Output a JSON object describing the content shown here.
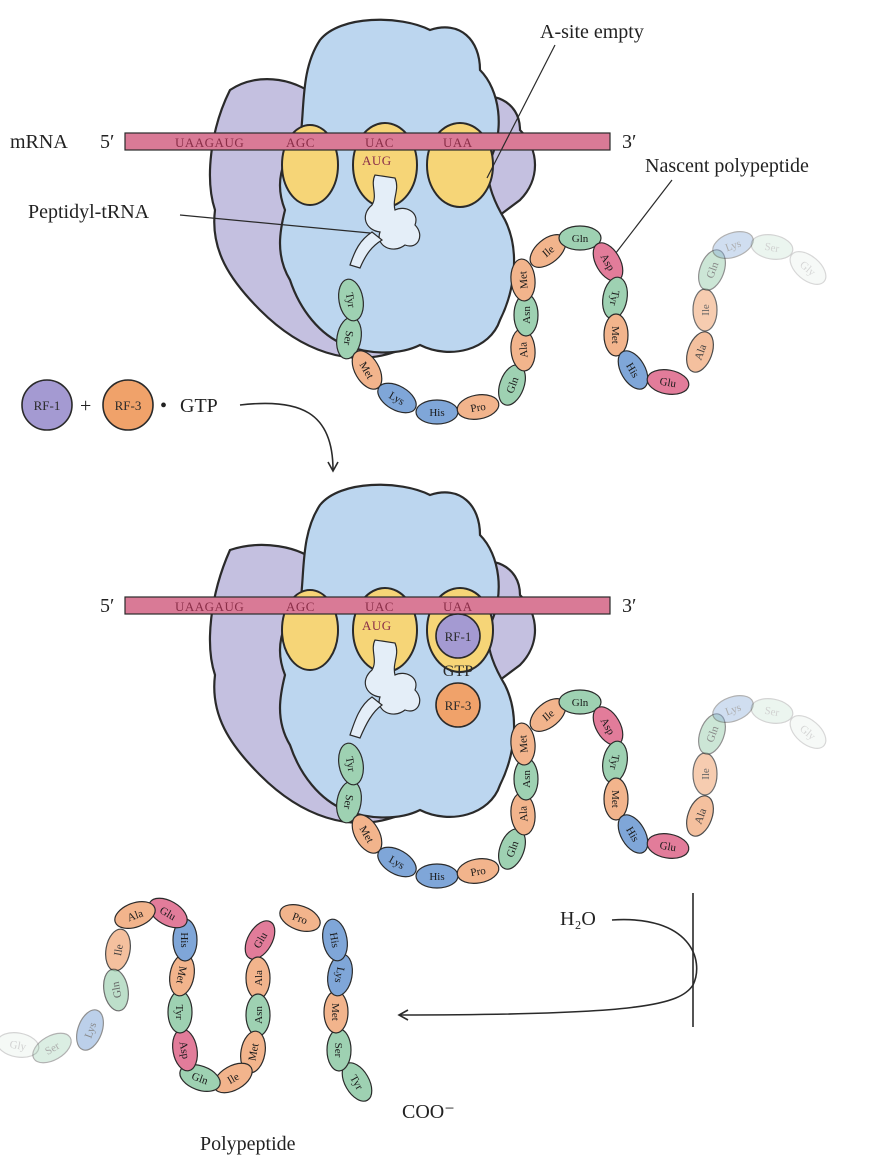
{
  "colors": {
    "ribosome_large": "#c4c0e0",
    "ribosome_small": "#bcd6ef",
    "mrna": "#d97a96",
    "trna_site": "#f6d577",
    "trna_body": "#e4eef8",
    "rf1": "#a49ad2",
    "rf3": "#f0a26a",
    "outline": "#2a2a2a",
    "residue_colors": {
      "Tyr": "#9ed1b2",
      "Ser": "#9ed1b2",
      "Asn": "#9ed1b2",
      "Gln": "#9ed1b2",
      "Met": "#f2b48c",
      "Ala": "#f2b48c",
      "Pro": "#f2b48c",
      "Ile": "#f2b48c",
      "Lys": "#7fa6d8",
      "His": "#7fa6d8",
      "Asp": "#e27c9a",
      "Glu": "#e27c9a"
    }
  },
  "labels": {
    "mrna": "mRNA",
    "five_prime": "5′",
    "three_prime": "3′",
    "a_site": "A-site empty",
    "nascent": "Nascent polypeptide",
    "peptidyl": "Peptidyl-tRNA",
    "rf1": "RF-1",
    "rf3": "RF-3",
    "plus": "+",
    "bullet": "•",
    "gtp": "GTP",
    "h2o": "H₂O",
    "coo": "COO⁻",
    "polypeptide": "Polypeptide"
  },
  "codons": {
    "mrna_text": "UAAGAUG",
    "site1": "AGC",
    "site2": "UAC",
    "site3": "UAA",
    "anticodon": "AUG"
  },
  "chain_top": [
    "Ser",
    "Tyr",
    "Met",
    "Lys",
    "His",
    "Pro",
    "Gln",
    "Ala",
    "Asn",
    "Met",
    "Ile",
    "Gln",
    "Asp",
    "Tyr",
    "Met",
    "His",
    "Glu",
    "Ala",
    "Ile",
    "Gln",
    "Lys",
    "Ser",
    "Gly"
  ],
  "chain_bottom": [
    "Tyr",
    "Ser",
    "Met",
    "Lys",
    "His",
    "Pro",
    "Glu",
    "Ala",
    "Asn",
    "Met",
    "Ile",
    "Gln",
    "Asp",
    "Tyr",
    "Met",
    "His",
    "Glu",
    "Ala",
    "Ile",
    "Gln",
    "Lys",
    "Ser",
    "Gly"
  ]
}
